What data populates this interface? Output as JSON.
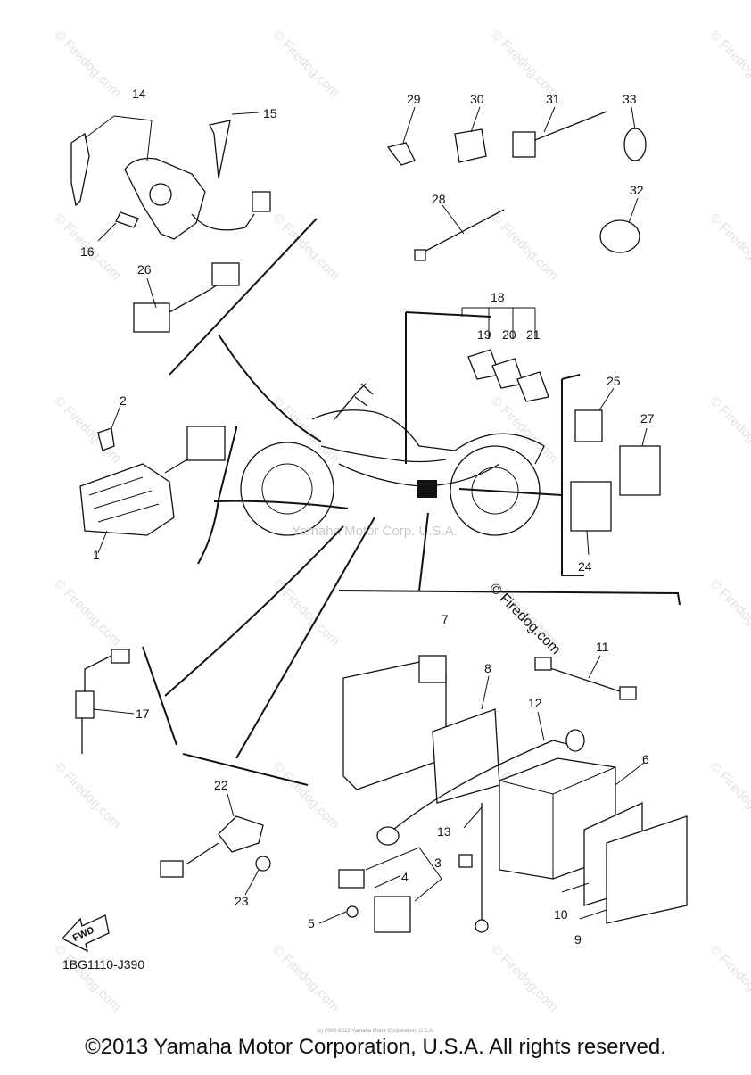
{
  "diagram": {
    "watermark": "© Firedog.com",
    "watermark_center": "Yamaha Motor Corp. U.S.A.",
    "part_numbers": [
      "1",
      "2",
      "3",
      "4",
      "5",
      "6",
      "7",
      "8",
      "9",
      "10",
      "11",
      "12",
      "13",
      "14",
      "15",
      "16",
      "17",
      "18",
      "19",
      "20",
      "21",
      "22",
      "23",
      "24",
      "25",
      "26",
      "27",
      "28",
      "29",
      "30",
      "31",
      "32",
      "33"
    ],
    "direction_label": "FWD",
    "diagram_code": "1BG1110-J390",
    "small_notice": "(c) 2000-2015 Yamaha Motor Corporation, U.S.A.",
    "copyright": "©2013 Yamaha Motor Corporation, U.S.A. All rights reserved."
  }
}
